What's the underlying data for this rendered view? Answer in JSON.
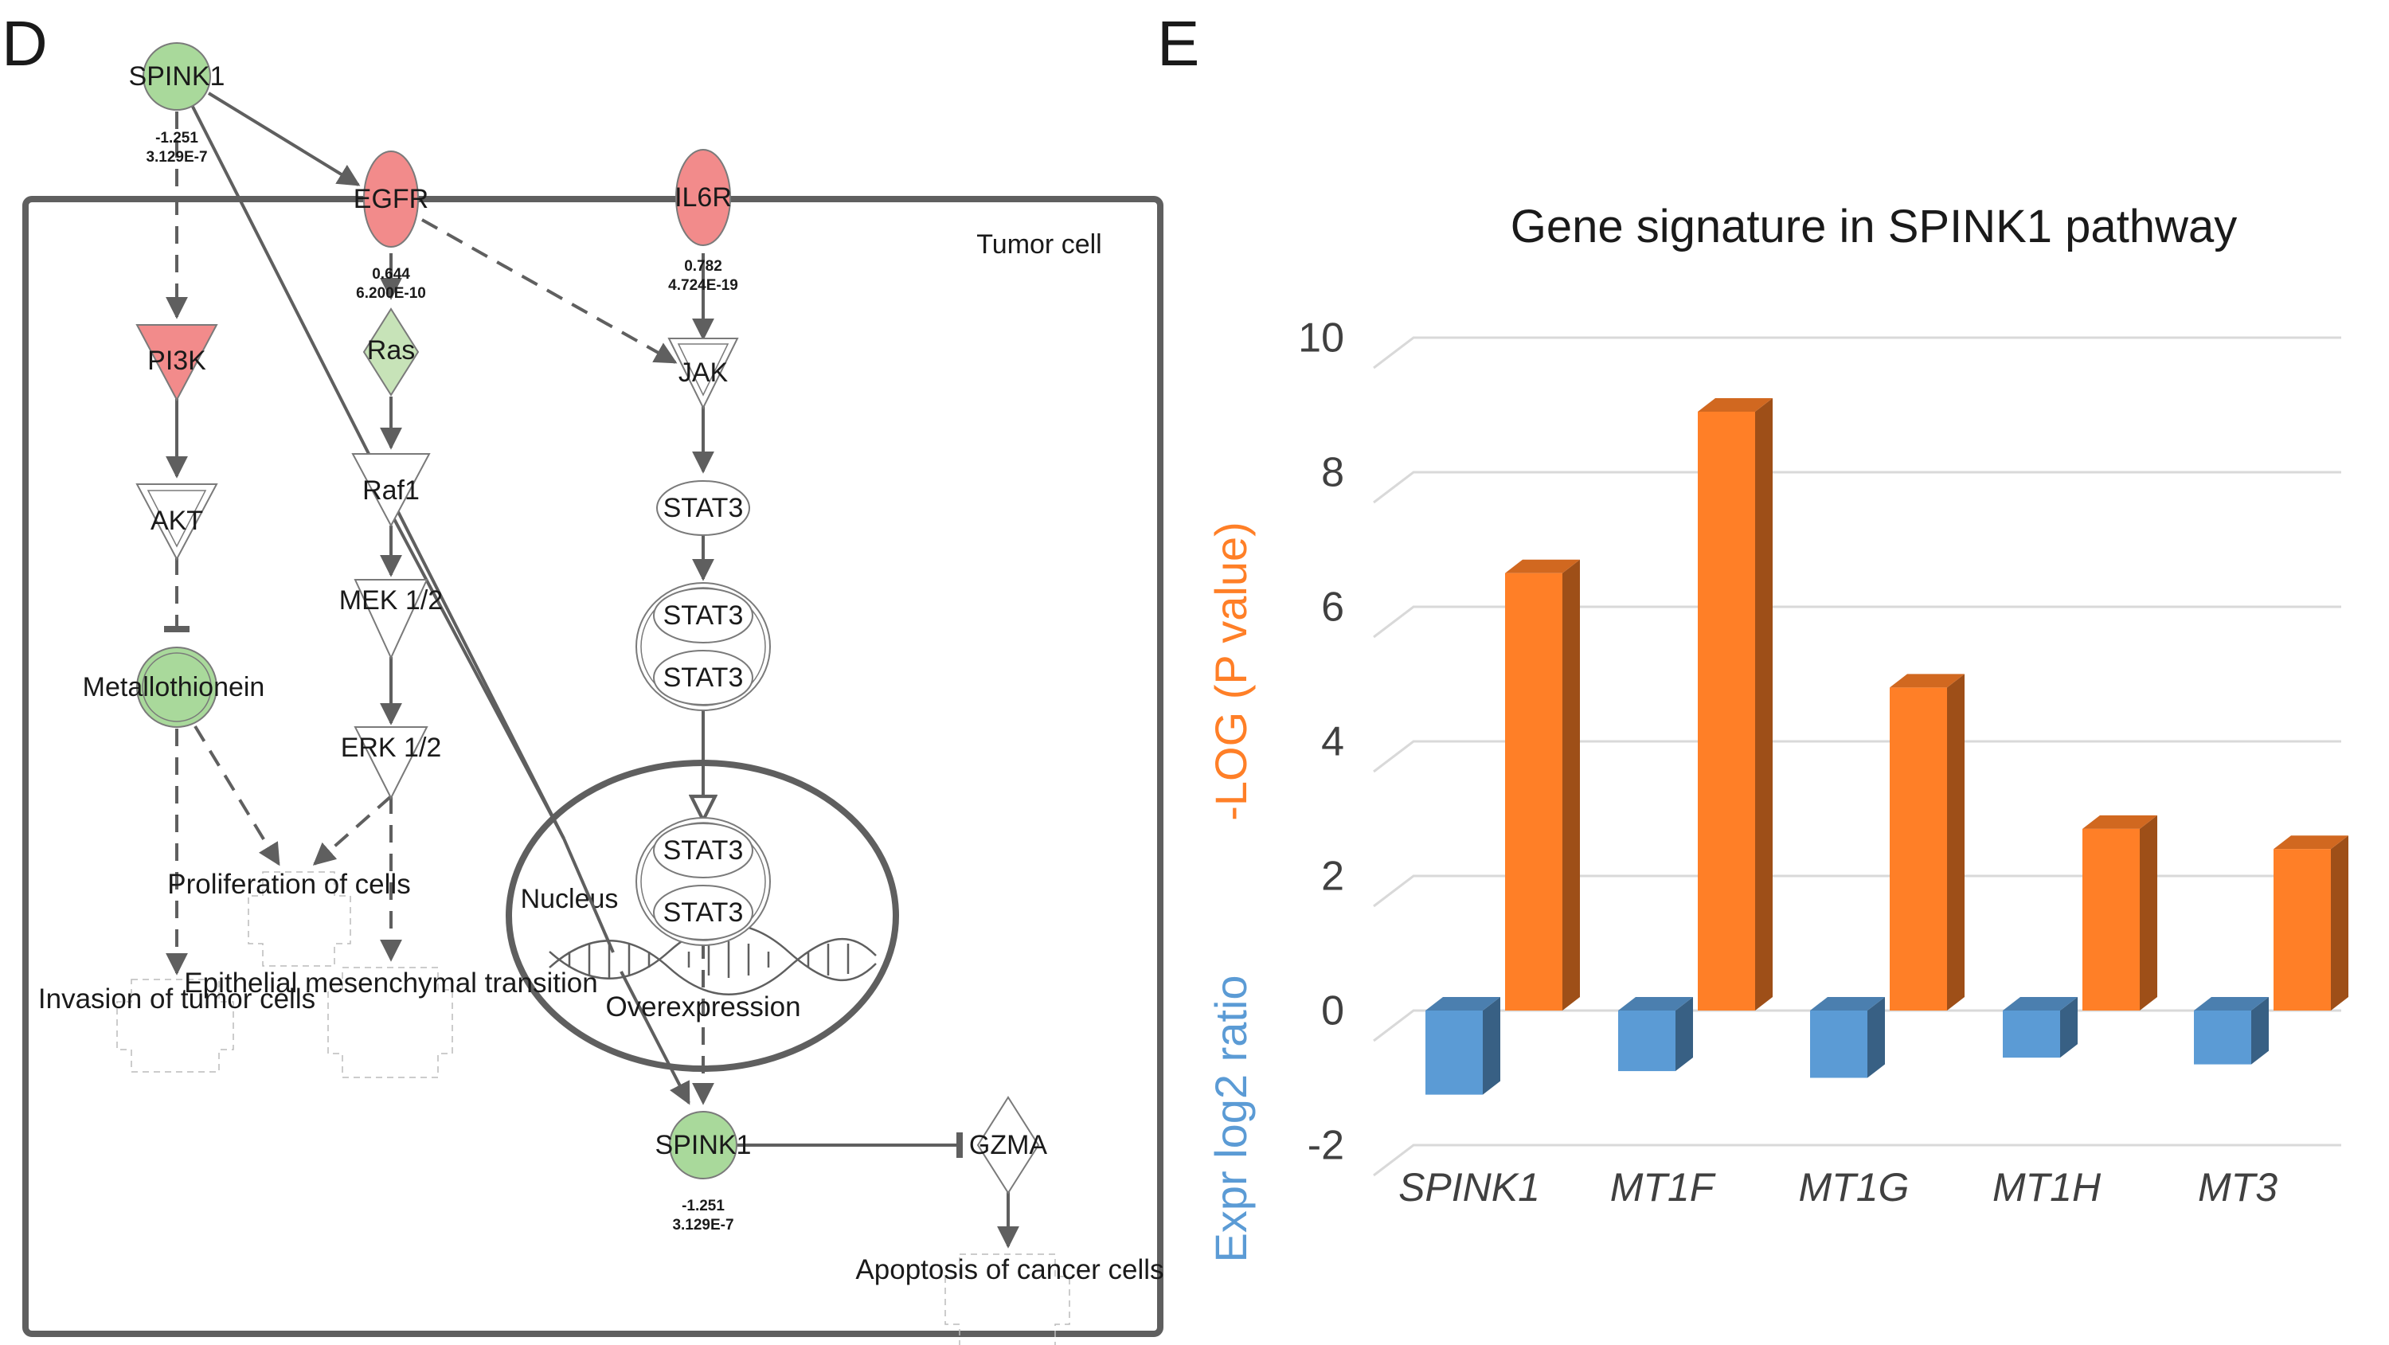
{
  "panels": {
    "left": "D",
    "right": "E"
  },
  "pathway": {
    "compartments": {
      "cell": "Tumor cell",
      "nucleus": "Nucleus"
    },
    "nodes": {
      "spink1_top": {
        "label": "SPINK1",
        "fc": "-1.251",
        "p": "3.129E-7",
        "color": "#a9d99b"
      },
      "egfr": {
        "label": "EGFR",
        "fc": "0.644",
        "p": "6.200E-10",
        "color": "#f28b8b"
      },
      "il6r": {
        "label": "IL6R",
        "fc": "0.782",
        "p": "4.724E-19",
        "color": "#f28b8b"
      },
      "pi3k": {
        "label": "PI3K",
        "color": "#f28b8b"
      },
      "ras": {
        "label": "Ras",
        "color": "#c7e3b8"
      },
      "jak": {
        "label": "JAK"
      },
      "akt": {
        "label": "AKT"
      },
      "raf1": {
        "label": "Raf1"
      },
      "stat3_single": {
        "label": "STAT3"
      },
      "mek": {
        "label": "MEK 1/2"
      },
      "dimer_top": {
        "label": "STAT3"
      },
      "dimer_bottom": {
        "label": "STAT3"
      },
      "metallothionein": {
        "label": "Metallothionein",
        "color": "#a9d99b"
      },
      "erk": {
        "label": "ERK 1/2"
      },
      "nuc_dimer_top": {
        "label": "STAT3"
      },
      "nuc_dimer_bottom": {
        "label": "STAT3"
      },
      "spink1_bottom": {
        "label": "SPINK1",
        "fc": "-1.251",
        "p": "3.129E-7",
        "color": "#a9d99b"
      },
      "gzma": {
        "label": "GZMA"
      }
    },
    "functions": {
      "proliferation": "Proliferation of cells",
      "invasion": "Invasion of tumor cells",
      "emt": "Epithelial mesenchymal transition",
      "overexpression": "Overexpression",
      "apoptosis": "Apoptosis of cancer cells"
    }
  },
  "chart_data": {
    "type": "bar",
    "title": "Gene signature in SPINK1 pathway",
    "categories": [
      "SPINK1",
      "MT1F",
      "MT1G",
      "MT1H",
      "MT3"
    ],
    "series": [
      {
        "name": "Expr log2 ratio",
        "values": [
          -1.25,
          -0.9,
          -1.0,
          -0.7,
          -0.8
        ],
        "color": "#5b9bd5"
      },
      {
        "name": "-LOG (P value)",
        "values": [
          6.5,
          8.9,
          4.8,
          2.7,
          2.4
        ],
        "color": "#ff7f27"
      }
    ],
    "ylim": [
      -2,
      10
    ],
    "yticks": [
      -2,
      0,
      2,
      4,
      6,
      8,
      10
    ],
    "ylabel_top": "-LOG (P value)",
    "ylabel_bottom": "Expr log2 ratio",
    "grid": true,
    "style": "3d"
  }
}
